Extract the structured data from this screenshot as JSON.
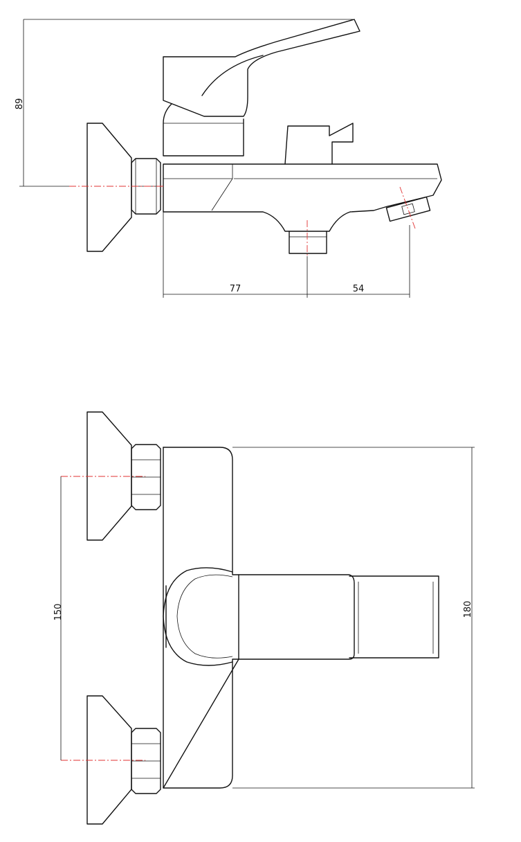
{
  "dimensions": {
    "height_top": "89",
    "spout_left": "77",
    "spout_right": "54",
    "inlet_spacing": "150",
    "body_width": "180"
  },
  "colors": {
    "line": "#111111",
    "centerline": "#e03030",
    "background": "#ffffff"
  }
}
